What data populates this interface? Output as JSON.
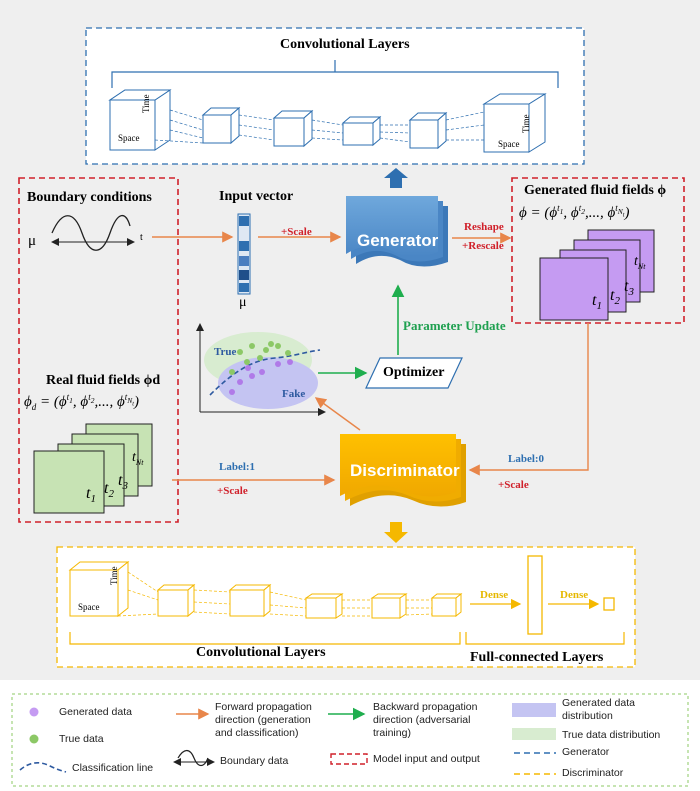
{
  "top_conv": {
    "title": "Convolutional Layers",
    "time": "Time",
    "space": "Space"
  },
  "boundary": {
    "title": "Boundary conditions",
    "mu": "μ",
    "t": "t"
  },
  "input_vector": {
    "title": "Input vector",
    "mu": "μ",
    "scale": "+Scale"
  },
  "generator": {
    "label": "Generator",
    "reshape": "Reshape",
    "rescale": "+Rescale"
  },
  "generated_fields": {
    "title": "Generated fluid fields ϕ",
    "formula": "ϕ = (ϕ^t1, ϕ^t2, ..., ϕ^tNt)",
    "t1": "t",
    "t2": "t",
    "t3": "t",
    "tn": "t",
    "s1": "1",
    "s2": "2",
    "s3": "3",
    "sn": "Nt"
  },
  "distribution": {
    "true": "True",
    "fake": "Fake"
  },
  "optimizer": {
    "label": "Optimizer",
    "param_update": "Parameter Update"
  },
  "real_fields": {
    "title": "Real fluid fields ϕd",
    "formula": "ϕd = (ϕd^t1, ϕd^t2, ..., ϕd^tNt)",
    "t1": "t",
    "t2": "t",
    "t3": "t",
    "tn": "t",
    "s1": "1",
    "s2": "2",
    "s3": "3",
    "sn": "Nt"
  },
  "discriminator": {
    "label": "Discriminator",
    "label1": "Label:1",
    "label0": "Label:0",
    "scale_left": "+Scale",
    "scale_right": "+Scale"
  },
  "bottom_conv": {
    "conv": "Convolutional Layers",
    "fc": "Full-connected Layers",
    "dense1": "Dense",
    "dense2": "Dense",
    "time": "Time",
    "space": "Space"
  },
  "legend": {
    "generated_data": "Generated data",
    "true_data": "True data",
    "classification_line": "Classification line",
    "forward": "Forward propagation direction (generation and classification)",
    "boundary_data": "Boundary data",
    "backward": "Backward propagation direction (adversarial training)",
    "model_io": "Model input and output",
    "gen_dist": "Generated data distribution",
    "true_dist": "True data distribution",
    "generator": "Generator",
    "discriminator": "Discriminator"
  },
  "colors": {
    "generator_blue": "#5b9bd5",
    "discriminator_yellow": "#f5b800",
    "generated_purple": "#c59bf2",
    "real_green": "#c7e3b4",
    "arrow_orange": "#e8864a",
    "arrow_green": "#1fae4e",
    "io_red": "#d0202a",
    "panel_grey": "#efefef"
  }
}
